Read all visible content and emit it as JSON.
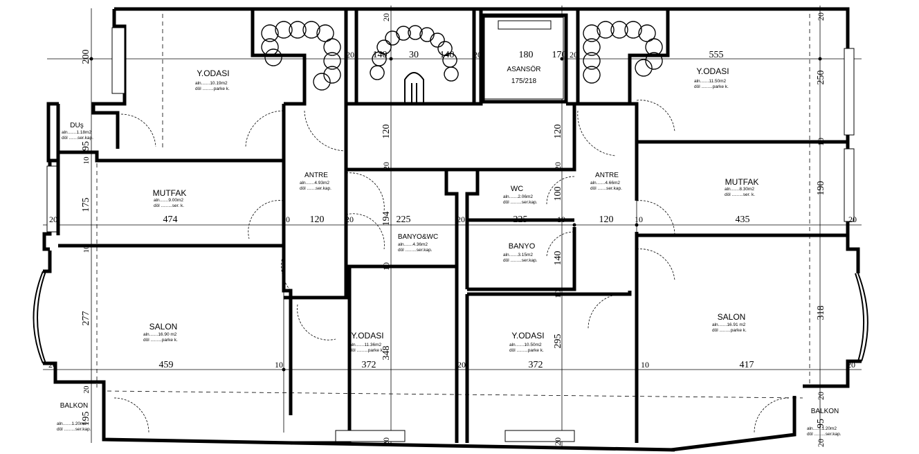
{
  "rooms": {
    "y_odasi_tl": {
      "name": "Y.ODASI",
      "area": "aln.......10.19m2",
      "floor": "döl .........parke k."
    },
    "y_odasi_tr": {
      "name": "Y.ODASI",
      "area": "aln.......11.50m2",
      "floor": "döl .........parke k."
    },
    "dus": {
      "name": "DUş",
      "area": "aln.......1.18m2",
      "floor": "döl .......ser.kap."
    },
    "mutfak_l": {
      "name": "MUTFAK",
      "area": "aln.......9.00m2",
      "floor": "döl .........ser. k."
    },
    "mutfak_r": {
      "name": "MUTFAK",
      "area": "aln.......8.30m2",
      "floor": "döl .........ser. k."
    },
    "antre_l": {
      "name": "ANTRE",
      "area": "aln.......4.93m2",
      "floor": "döl .......ser.kap."
    },
    "antre_r": {
      "name": "ANTRE",
      "area": "aln.......4.66m2",
      "floor": "döl .......ser.kap."
    },
    "asansor": {
      "name": "ASANSÖR",
      "size": "175/218"
    },
    "wc": {
      "name": "WC",
      "area": "aln.......2.06m2",
      "floor": "döl .........ser.kap."
    },
    "banyo_wc": {
      "name": "BANYO&WC",
      "area": "aln.......4.36m2",
      "floor": "döl .........ser.kap."
    },
    "banyo": {
      "name": "BANYO",
      "area": "aln.......3.15m2",
      "floor": "döl .........ser.kap."
    },
    "salon_l": {
      "name": "SALON",
      "area": "aln.......16.90 m2",
      "floor": "döl .........parke k."
    },
    "salon_r": {
      "name": "SALON",
      "area": "aln.......16.91 m2",
      "floor": "döl .........parke k."
    },
    "y_odasi_bl": {
      "name": "Y.ODASI",
      "area": "aln.......11.36m2",
      "floor": "döl .........parke k."
    },
    "y_odasi_br": {
      "name": "Y.ODASI",
      "area": "aln.......10.50m2",
      "floor": "döl .........parke k."
    },
    "balkon_l": {
      "name": "BALKON",
      "area": "aln.......1.20m2",
      "floor": "döl .........ser.kap."
    },
    "balkon_r": {
      "name": "BALKON",
      "area": "aln.......1.20m2",
      "floor": "döl .........ser.kap."
    }
  },
  "dimensions": {
    "d200": "200",
    "d95a": "95",
    "d10a": "10",
    "d175": "175",
    "d20a": "20",
    "d10b": "10",
    "d277": "277",
    "d20b": "20",
    "d195": "195",
    "d474": "474",
    "d10c": "10",
    "d120a": "120",
    "d20c": "20",
    "d194": "194",
    "d225a": "225",
    "d20d": "20",
    "d225b": "225",
    "d10d": "10",
    "d120b": "120",
    "d10e": "10",
    "d435": "435",
    "d20e": "20",
    "d20t1": "20",
    "d140": "140",
    "d30": "30",
    "d140b": "140",
    "d20t2": "20",
    "d180": "180",
    "d170": "170",
    "d20t3": "20",
    "d555": "555",
    "d20top": "20",
    "d120v1": "120",
    "d20v1": "20",
    "d120v2": "120",
    "d20v2": "20",
    "d100": "100",
    "d140v": "140",
    "d10v": "10",
    "d10w": "10",
    "d20w": "20",
    "d250": "250",
    "d190": "190",
    "d318": "318",
    "d10r": "10",
    "d20r": "20",
    "d95r": "95",
    "d20r2": "20",
    "d20f": "20",
    "d459": "459",
    "d10f": "10",
    "d372a": "372",
    "d20g": "20",
    "d372b": "372",
    "d10g": "10",
    "d417": "417",
    "d20h": "20",
    "d295": "295",
    "d348": "348",
    "d20i": "20",
    "d20j": "20"
  }
}
